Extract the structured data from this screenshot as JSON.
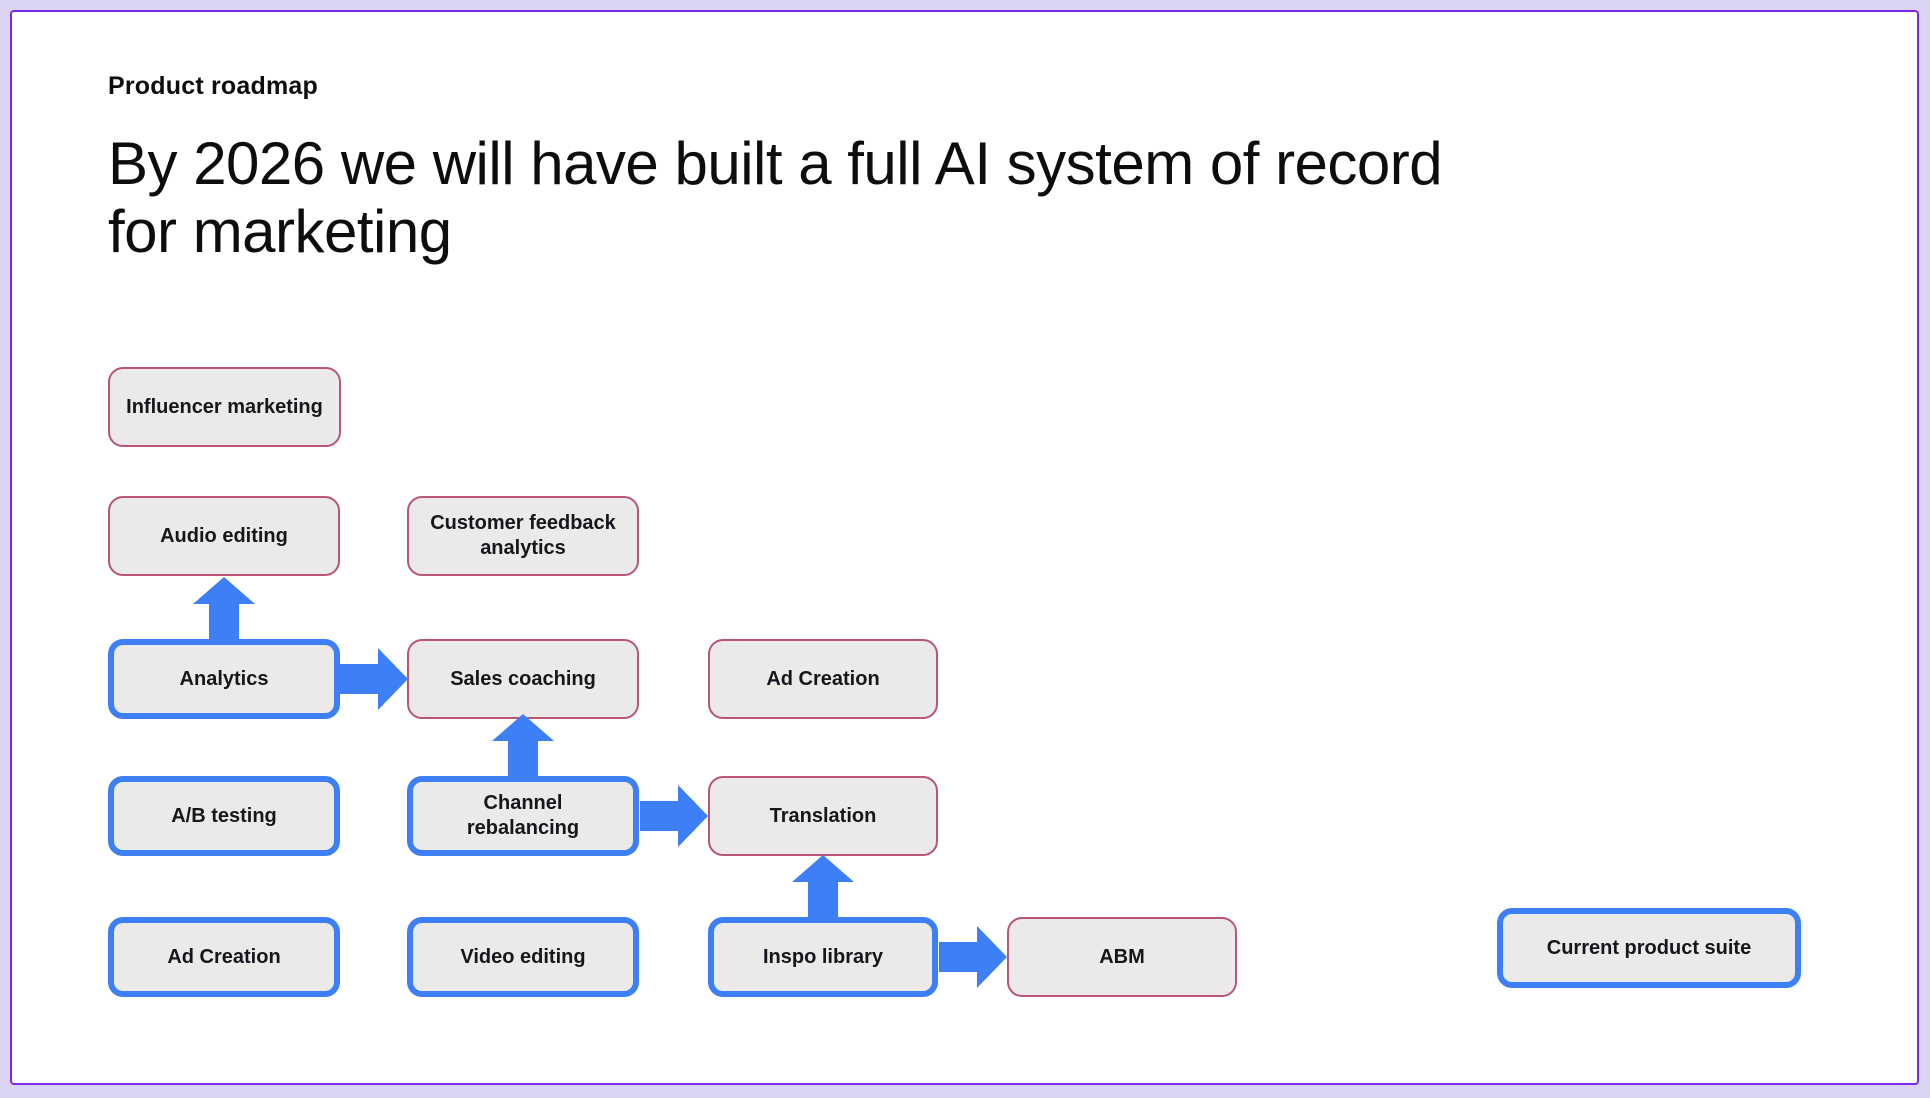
{
  "page": {
    "kicker": "Product roadmap",
    "title_lines": [
      "By 2026 we will have built a full AI system of record",
      "for marketing"
    ]
  },
  "colors": {
    "outer_bg": "#dbd3f3",
    "canvas_border": "#7d2ae8",
    "node_fill": "#ece9e9",
    "pink_border": "#b85579",
    "blue": "#3d7ff6"
  },
  "legend": {
    "current_label": "Current product suite"
  },
  "nodes": [
    {
      "id": "influencer-marketing",
      "label": "Influencer marketing",
      "style": "pink"
    },
    {
      "id": "audio-editing",
      "label": "Audio editing",
      "style": "pink"
    },
    {
      "id": "customer-feedback-analytics",
      "label": "Customer feedback analytics",
      "style": "pink"
    },
    {
      "id": "analytics",
      "label": "Analytics",
      "style": "blue"
    },
    {
      "id": "sales-coaching",
      "label": "Sales coaching",
      "style": "pink"
    },
    {
      "id": "ad-creation-planned",
      "label": "Ad Creation",
      "style": "pink"
    },
    {
      "id": "ab-testing",
      "label": "A/B testing",
      "style": "blue"
    },
    {
      "id": "channel-rebalancing",
      "label": "Channel rebalancing",
      "style": "blue"
    },
    {
      "id": "translation",
      "label": "Translation",
      "style": "pink"
    },
    {
      "id": "ad-creation-current",
      "label": "Ad Creation",
      "style": "blue"
    },
    {
      "id": "video-editing",
      "label": "Video editing",
      "style": "blue"
    },
    {
      "id": "inspo-library",
      "label": "Inspo library",
      "style": "blue"
    },
    {
      "id": "abm",
      "label": "ABM",
      "style": "pink"
    },
    {
      "id": "current-product-suite",
      "label": "Current product suite",
      "style": "blue"
    }
  ],
  "connections": [
    {
      "from": "Analytics",
      "to": "Audio editing",
      "direction": "up"
    },
    {
      "from": "Analytics",
      "to": "Sales coaching",
      "direction": "right"
    },
    {
      "from": "Channel rebalancing",
      "to": "Sales coaching",
      "direction": "up"
    },
    {
      "from": "Channel rebalancing",
      "to": "Translation",
      "direction": "right"
    },
    {
      "from": "Inspo library",
      "to": "Translation",
      "direction": "up"
    },
    {
      "from": "Inspo library",
      "to": "ABM",
      "direction": "right"
    }
  ]
}
